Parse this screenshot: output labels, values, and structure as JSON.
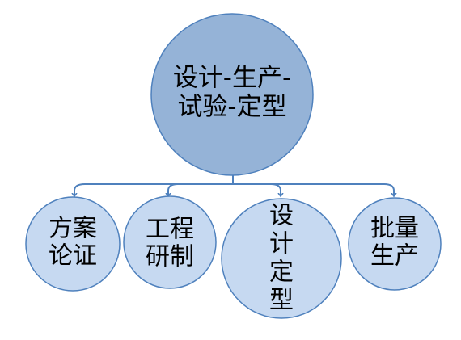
{
  "colors": {
    "root_fill": "#95B3D7",
    "child_fill": "#C6D9F1",
    "stroke": "#4F81BD",
    "connector": "#4F81BD",
    "text": "#000000"
  },
  "root": {
    "lines": [
      "设计-生产-",
      "试验-定型"
    ]
  },
  "children": [
    {
      "lines": [
        "方案",
        "论证"
      ]
    },
    {
      "lines": [
        "工程",
        "研制"
      ]
    },
    {
      "lines": [
        "设",
        "计",
        "定",
        "型"
      ]
    },
    {
      "lines": [
        "批量",
        "生产"
      ]
    }
  ]
}
